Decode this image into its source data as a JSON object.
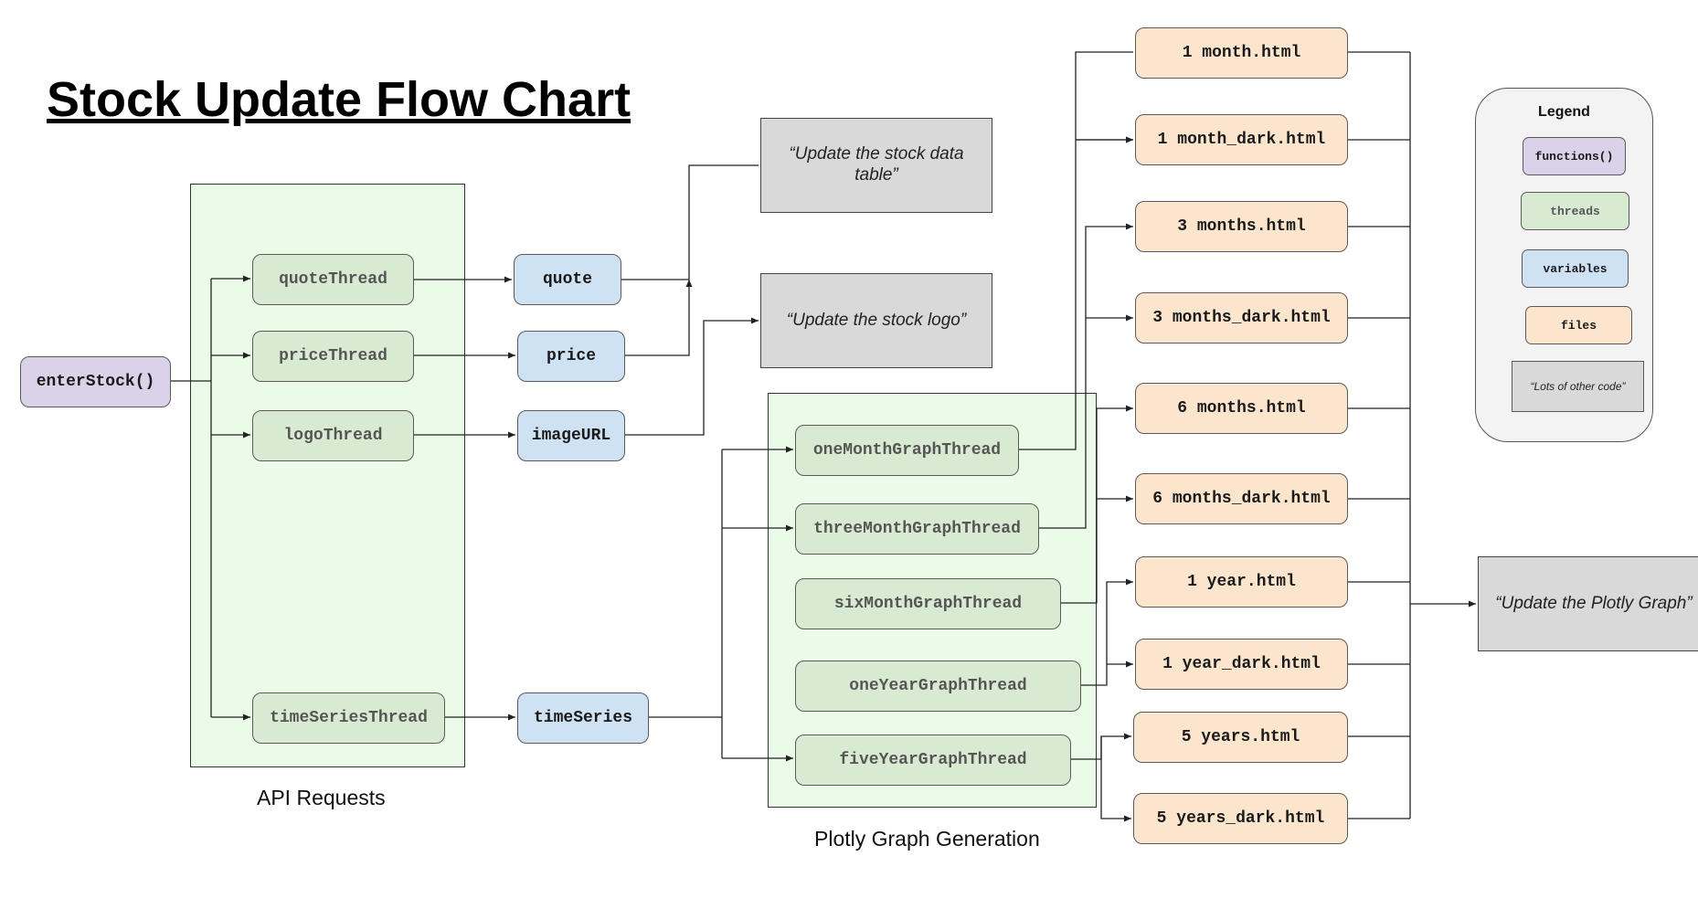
{
  "title": "Stock Update Flow Chart",
  "entry": {
    "label": "enterStock()"
  },
  "api_group": {
    "caption": "API Requests",
    "threads": [
      "quoteThread",
      "priceThread",
      "logoThread",
      "timeSeriesThread"
    ]
  },
  "variables": [
    "quote",
    "price",
    "imageURL",
    "timeSeries"
  ],
  "notes": {
    "update_table": "“Update the stock data table”",
    "update_logo": "“Update the stock logo”",
    "update_graph": "“Update the Plotly Graph”"
  },
  "plotly_group": {
    "caption": "Plotly Graph Generation",
    "threads": [
      "oneMonthGraphThread",
      "threeMonthGraphThread",
      "sixMonthGraphThread",
      "oneYearGraphThread",
      "fiveYearGraphThread"
    ]
  },
  "files": [
    "1 month.html",
    "1 month_dark.html",
    "3 months.html",
    "3 months_dark.html",
    "6 months.html",
    "6 months_dark.html",
    "1 year.html",
    "1 year_dark.html",
    "5 years.html",
    "5 years_dark.html"
  ],
  "legend": {
    "title": "Legend",
    "functions": "functions()",
    "threads": "threads",
    "variables": "variables",
    "files": "files",
    "other_code": "“Lots of other code”"
  },
  "colors": {
    "function": "#d9d2e9",
    "thread": "#d9ead3",
    "variable": "#cfe2f3",
    "file": "#fce5cd",
    "note": "#d9d9d9",
    "group": "#eafbe8"
  }
}
